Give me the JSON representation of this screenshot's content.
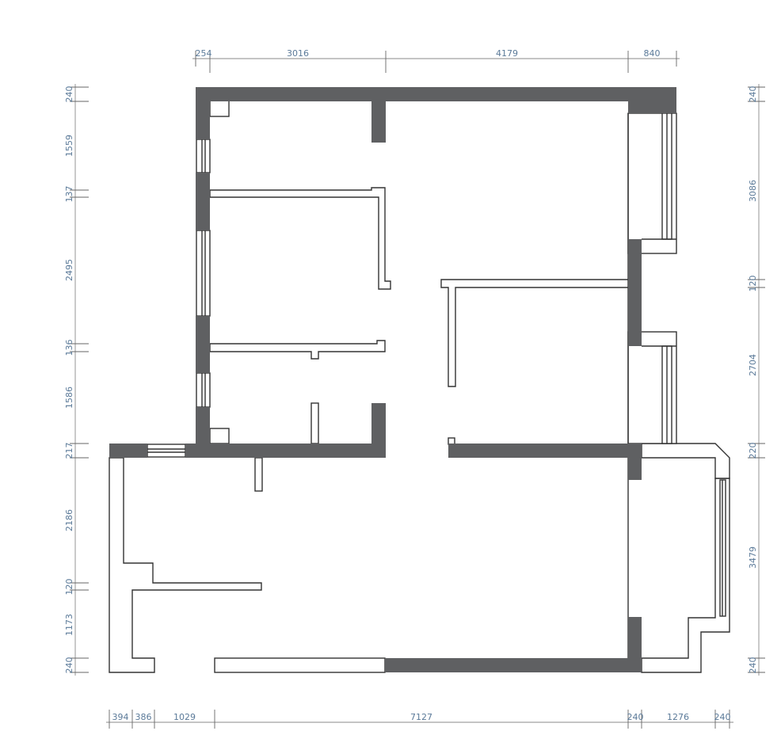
{
  "dimensions": {
    "top": [
      "254",
      "3016",
      "4179",
      "840"
    ],
    "bottom": [
      "394",
      "386",
      "1029",
      "7127",
      "240",
      "1276",
      "240"
    ],
    "left": [
      "240",
      "1559",
      "137",
      "2495",
      "136",
      "1586",
      "217",
      "2186",
      "120",
      "1173",
      "240"
    ],
    "right": [
      "240",
      "3086",
      "120",
      "2704",
      "220",
      "3479",
      "240"
    ]
  },
  "colors": {
    "wall_fill": "#5f6062",
    "line": "#333333",
    "dimension_text": "#5b7a99"
  }
}
